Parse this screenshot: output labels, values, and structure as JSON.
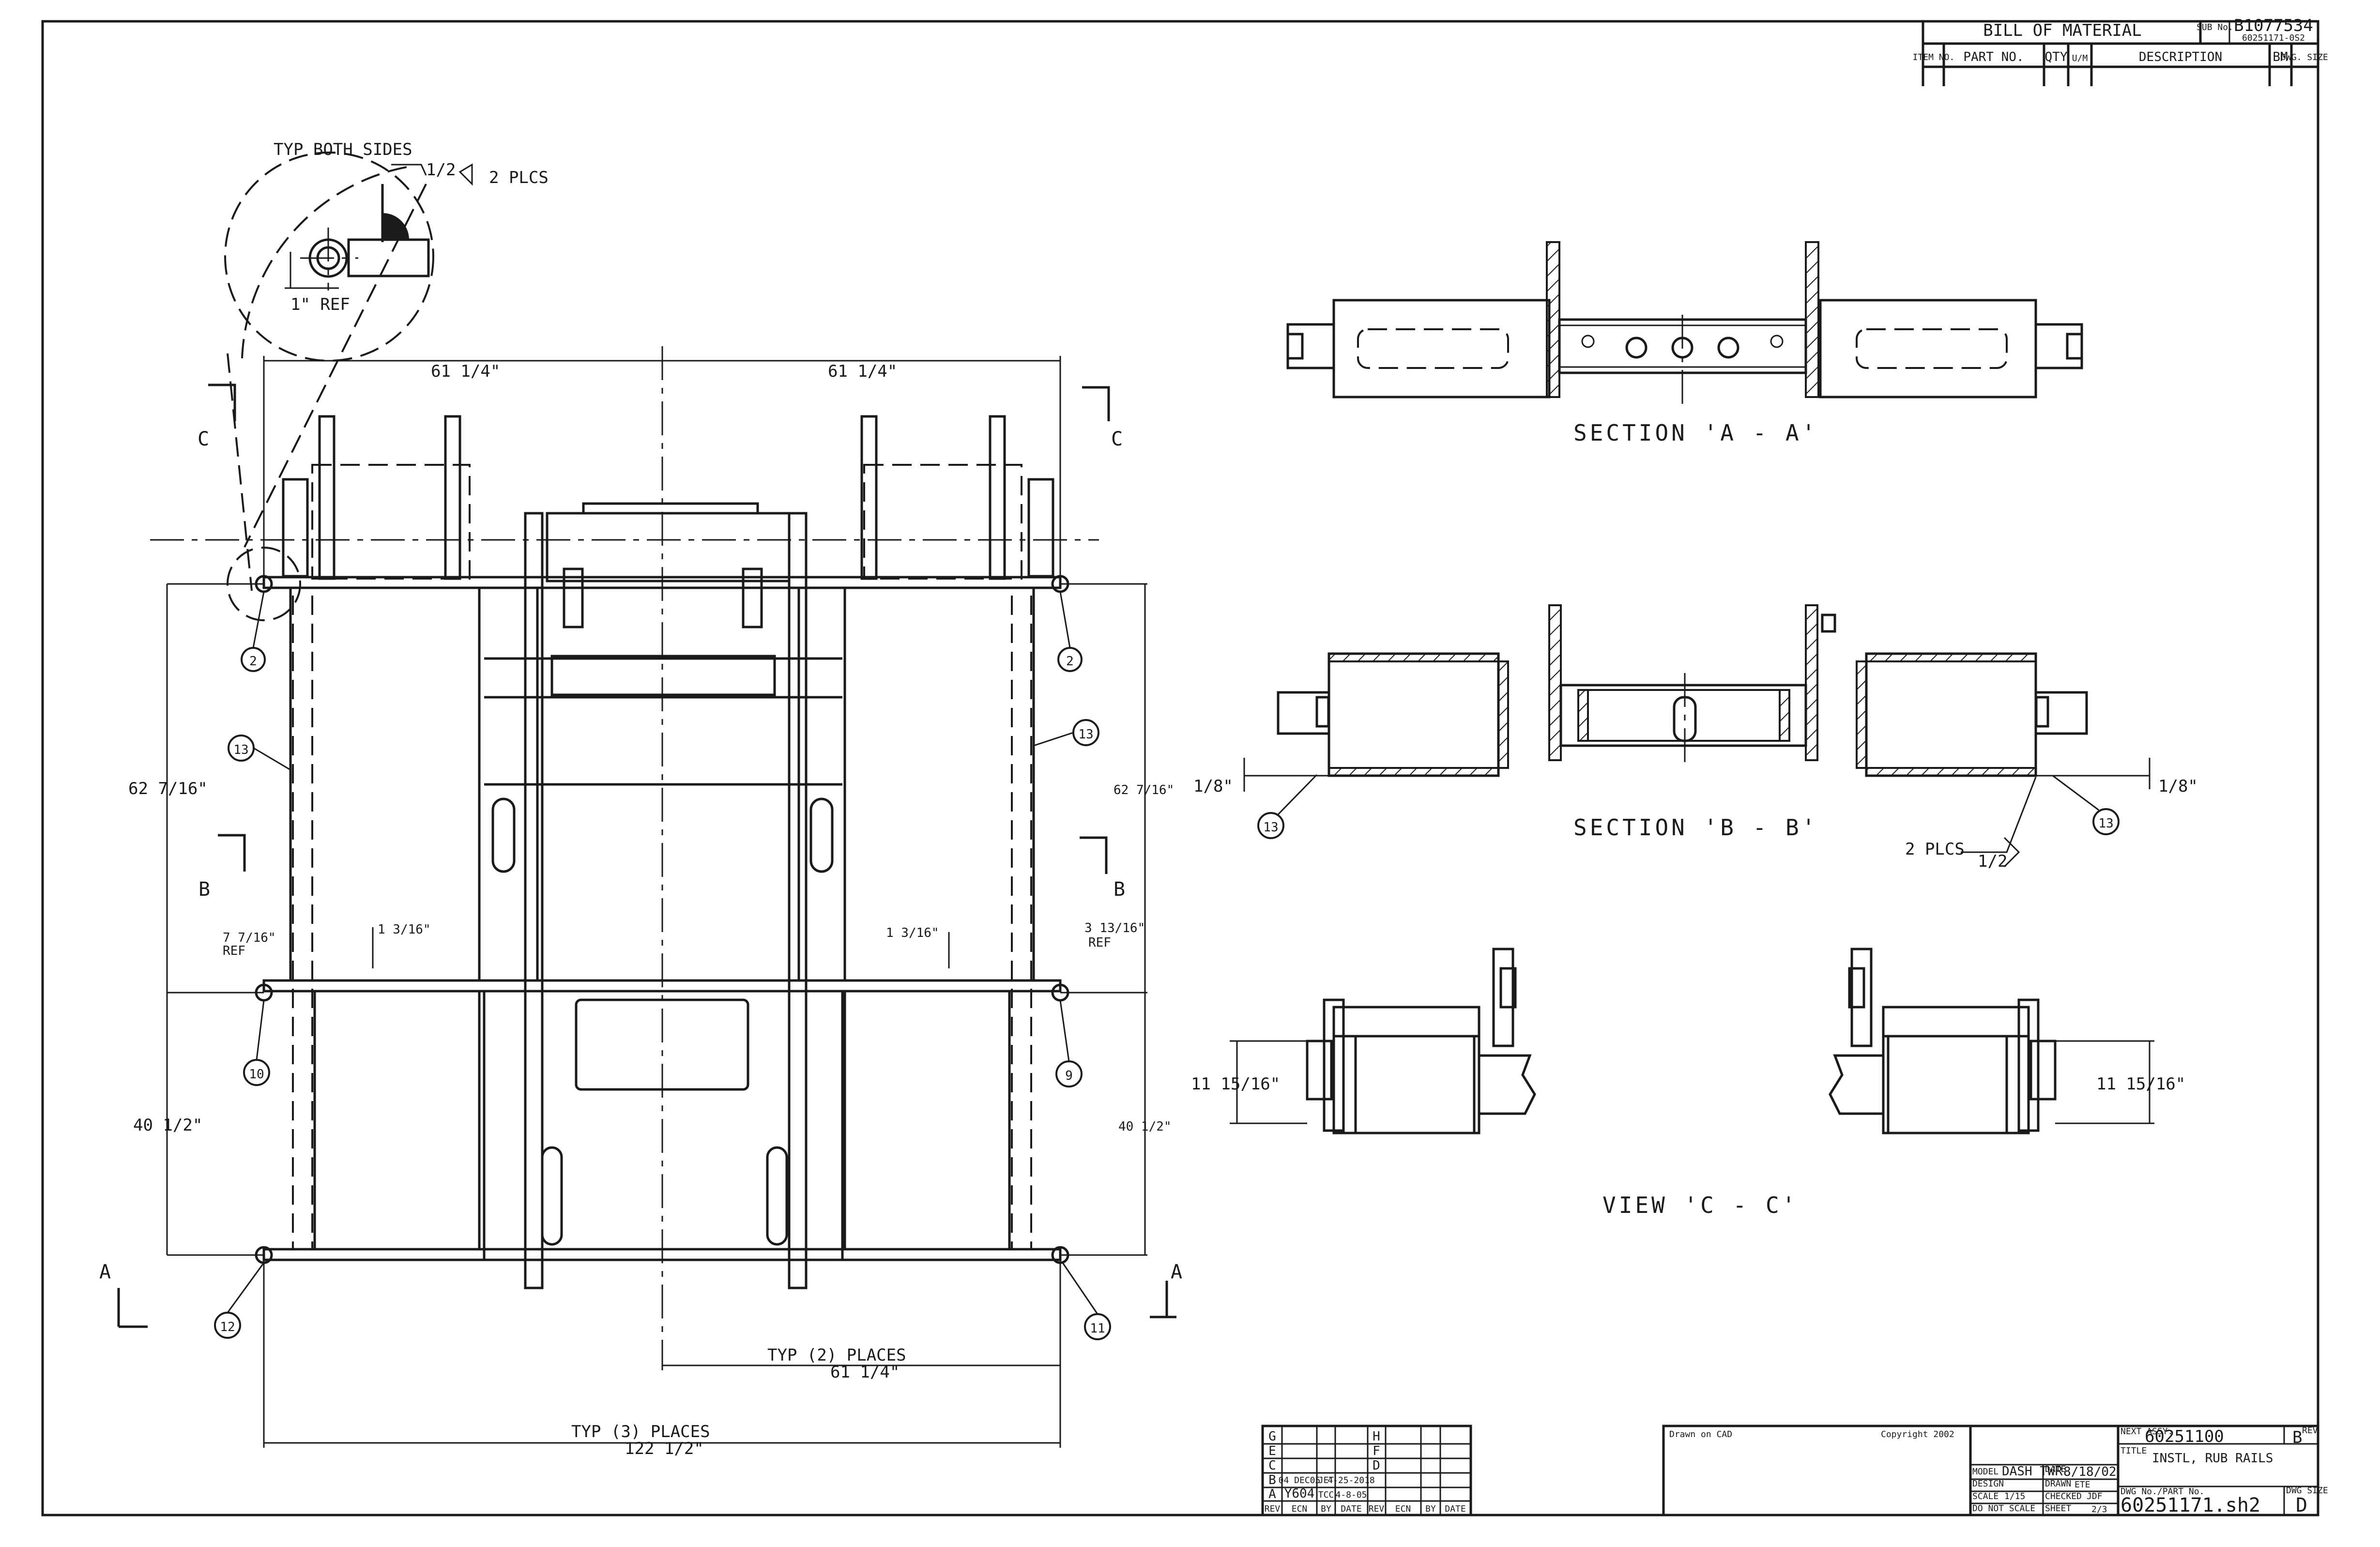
{
  "bom": {
    "title": "BILL OF MATERIAL",
    "sub_label": "SUB No.",
    "sub_number": "B1077534",
    "sub_number_2": "60251171-0S2",
    "headers": [
      "ITEM NO.",
      "PART NO.",
      "QTY",
      "U/M",
      "DESCRIPTION",
      "BM",
      "DWG. SIZE"
    ]
  },
  "detail": {
    "typ_both_sides": "TYP BOTH SIDES",
    "weld_size": "1/2",
    "weld_plcs": "2 PLCS",
    "ref": "1\" REF"
  },
  "plan": {
    "dim_top_left": "61 1/4\"",
    "dim_top_right": "61 1/4\"",
    "dim_left_upper": "62 7/16\"",
    "dim_right_upper": "62 7/16\"",
    "dim_left_lower": "40 1/2\"",
    "dim_right_lower": "40 1/2\"",
    "dim_ref_left": "7 7/16\"",
    "ref_left": "REF",
    "dim_ref_right": "3 13/16\"",
    "ref_right": "REF",
    "dim_gap_left": "1 3/16\"",
    "dim_gap_right": "1 3/16\"",
    "typ2_label": "TYP (2) PLACES",
    "typ2_value": "61 1/4\"",
    "typ3_label": "TYP (3) PLACES",
    "typ3_value": "122 1/2\"",
    "sec_a": "A",
    "sec_b": "B",
    "sec_c": "C"
  },
  "items": {
    "i2": "2",
    "i9": "9",
    "i10": "10",
    "i11": "11",
    "i12": "12",
    "i13": "13"
  },
  "section_a": {
    "title": "SECTION 'A - A'"
  },
  "section_b": {
    "title": "SECTION 'B - B'",
    "dim_left": "1/8\"",
    "dim_right": "1/8\"",
    "plcs": "2 PLCS",
    "weld": "1/2"
  },
  "view_c": {
    "title": "VIEW 'C - C'",
    "dim_left": "11 15/16\"",
    "dim_right": "11 15/16\""
  },
  "rev_block": {
    "letters_left": [
      "G",
      "E",
      "C",
      "B",
      "A"
    ],
    "letters_right": [
      "H",
      "F",
      "D"
    ],
    "row_b": [
      "04 DEC05",
      "JET",
      "4-25-2018"
    ],
    "row_a": [
      "Y604",
      "TCC",
      "4-8-05"
    ],
    "headers": [
      "REV",
      "ECN",
      "BY",
      "DATE",
      "REV",
      "ECN",
      "BY",
      "DATE"
    ]
  },
  "title_block": {
    "drawn_on": "Drawn on CAD",
    "copyright": "Copyright 2002",
    "next_assy_label": "NEXT ASSY.",
    "next_assy": "60251100",
    "rev_label": "REV",
    "rev": "B",
    "title_label": "TITLE",
    "title": "INSTL, RUB RAILS",
    "model_label": "MODEL",
    "model": "DASH TWR",
    "date_label": "DATE",
    "date": "8/18/02",
    "design_label": "DESIGN",
    "drawn_label": "DRAWN",
    "drawn": "ETE",
    "scale_label": "SCALE",
    "scale": "1/15",
    "checked_label": "CHECKED",
    "checked": "JDF",
    "no_scale": "DO NOT SCALE",
    "sheet_label": "SHEET",
    "sheet": "2/3",
    "dwg_label": "DWG No./PART No.",
    "dwg": "60251171.sh2",
    "size_label": "DWG SIZE",
    "size": "D"
  }
}
